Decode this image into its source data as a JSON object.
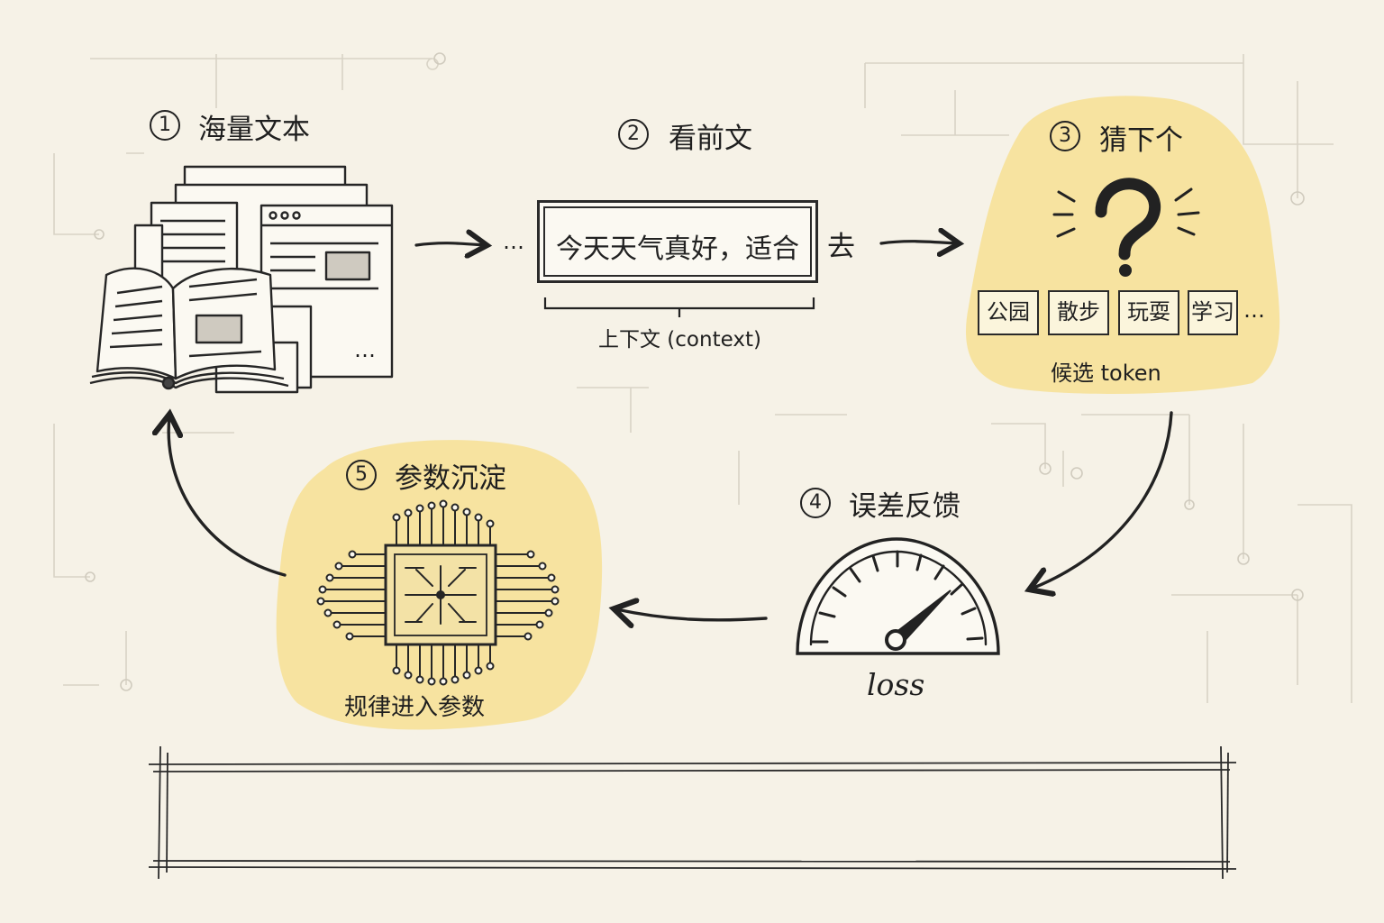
{
  "steps": [
    {
      "number": "1",
      "title": "海量文本"
    },
    {
      "number": "2",
      "title": "看前文"
    },
    {
      "number": "3",
      "title": "猜下个"
    },
    {
      "number": "4",
      "title": "误差反馈"
    },
    {
      "number": "5",
      "title": "参数沉淀"
    }
  ],
  "texts_ellipsis": "…",
  "context": {
    "leading_ellipsis": "…",
    "sentence": "今天天气真好，适合",
    "next_char": "去",
    "brace_label": "上下文 (context)"
  },
  "candidates": {
    "tokens": [
      "公园",
      "散步",
      "玩耍",
      "学习"
    ],
    "more": "…",
    "label": "候选 token"
  },
  "loss_label": "loss",
  "params_label": "规律进入参数",
  "bottom_box_text": "",
  "colors": {
    "background": "#f6f2e7",
    "highlight": "#f7e3a0",
    "ink": "#222222",
    "faint_lines": "#d6d1c4"
  }
}
